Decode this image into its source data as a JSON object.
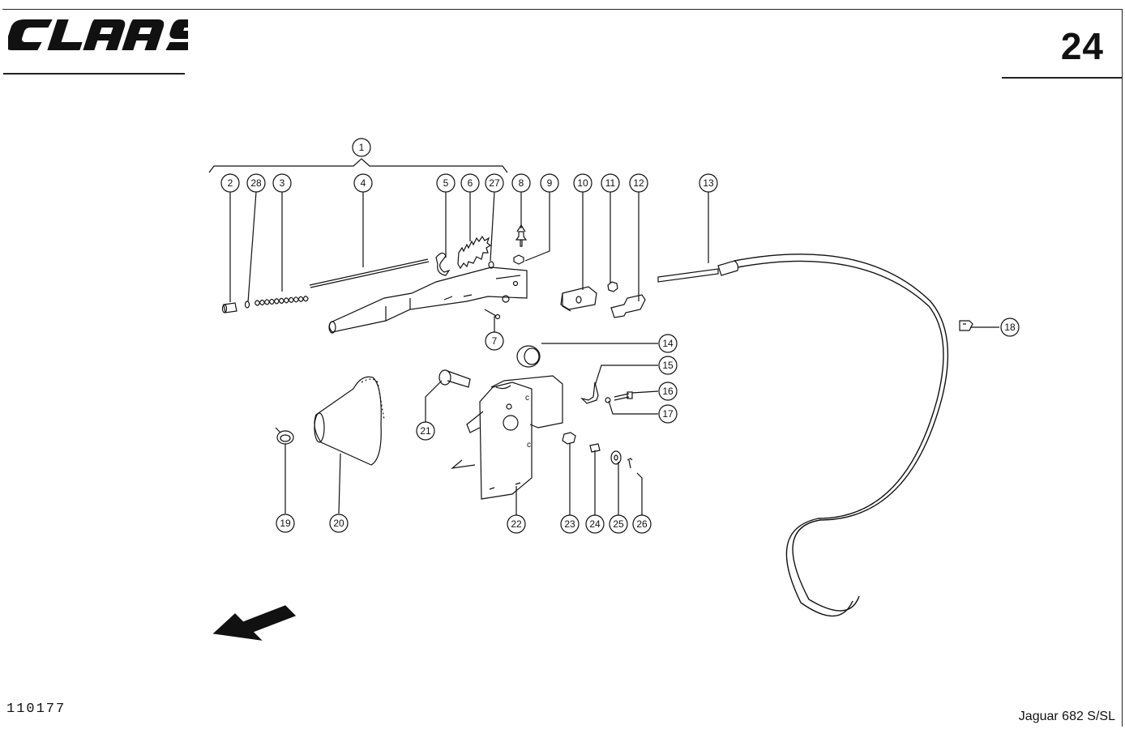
{
  "header": {
    "brand": "CLAAS",
    "page_number": "24"
  },
  "footer": {
    "drawing_id": "110177",
    "model": "Jaguar 682 S/SL"
  },
  "callouts": [
    "1",
    "2",
    "28",
    "3",
    "4",
    "5",
    "6",
    "27",
    "8",
    "9",
    "10",
    "11",
    "12",
    "13",
    "14",
    "15",
    "16",
    "17",
    "18",
    "19",
    "20",
    "21",
    "22",
    "23",
    "24",
    "25",
    "26",
    "7"
  ]
}
